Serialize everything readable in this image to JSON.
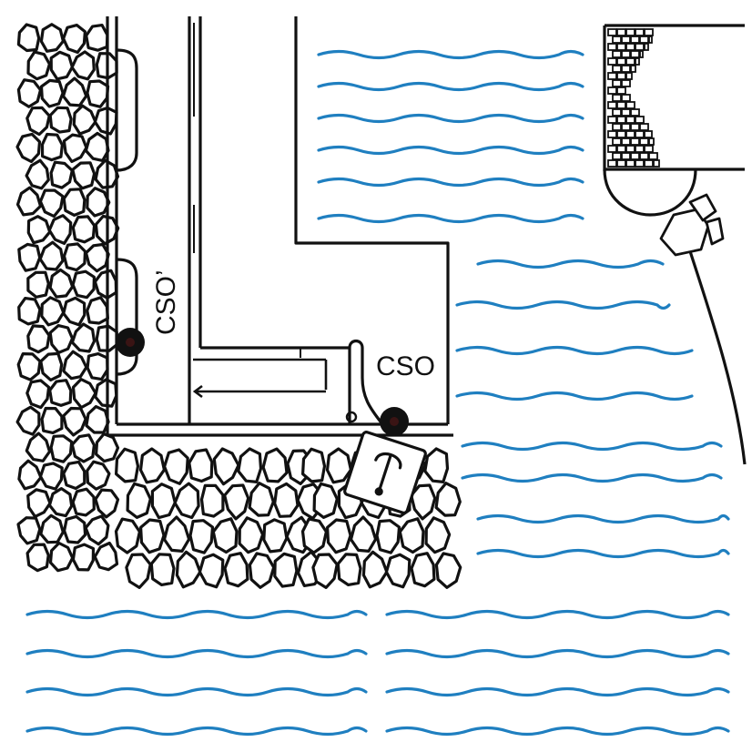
{
  "diagram": {
    "labels": {
      "cso_outlet": "CSO",
      "cso_prime_outlet": "CSO’"
    },
    "colors": {
      "water": "#1f7fc0",
      "structure": "#111111",
      "background": "#ffffff"
    },
    "icons": {
      "cso_marker": "filled-circle-dot",
      "cso_prime_marker": "filled-circle-dot",
      "anchor_sign": "anchor-icon"
    }
  }
}
